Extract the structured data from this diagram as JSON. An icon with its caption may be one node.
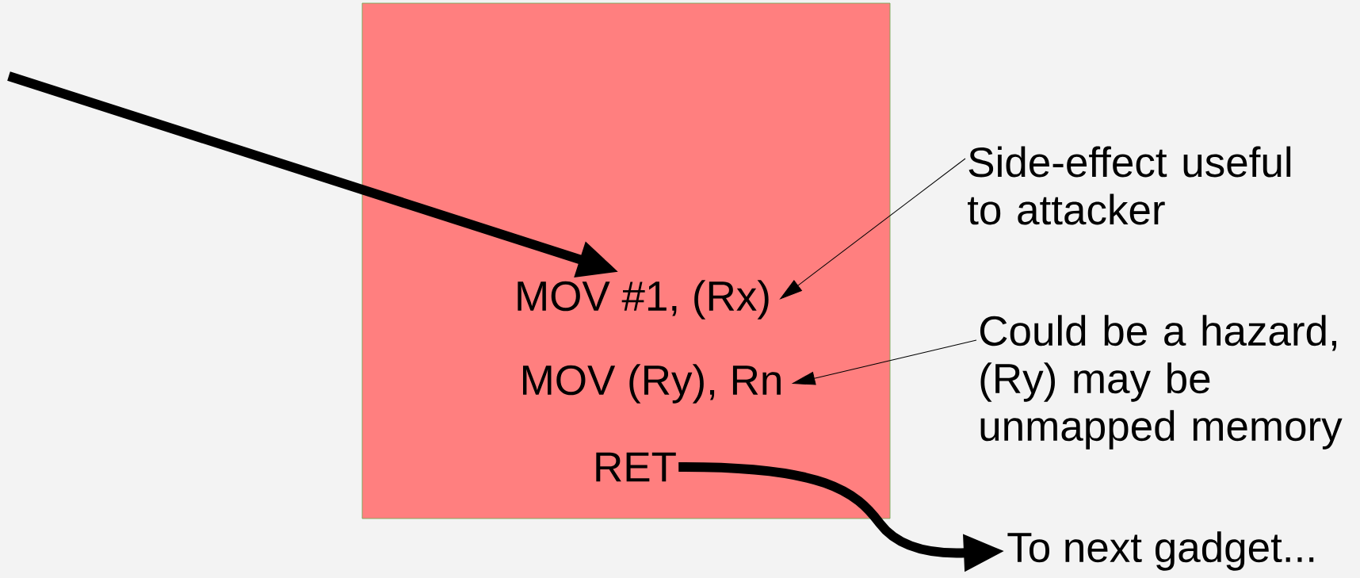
{
  "diagram": {
    "nodes": [
      {
        "text": [],
        "shape": "box"
      },
      {
        "text": [
          "MOV #1, (Rx)"
        ],
        "in": 0
      },
      {
        "text": [
          "MOV (Ry), Rn"
        ],
        "in": 0
      },
      {
        "text": [
          "RET"
        ],
        "in": 0
      },
      {
        "text": [
          "Side-effect useful to attacker"
        ]
      },
      {
        "text": [
          "Could be a hazard, (Ry) may be unmapped memory"
        ]
      },
      {
        "text": [
          "To next gadget..."
        ]
      }
    ],
    "edges": [
      {
        "from": null,
        "to": 1,
        "arrow": "to",
        "style": "thick"
      },
      {
        "from": 4,
        "to": 1,
        "arrow": "to"
      },
      {
        "from": 5,
        "to": 2,
        "arrow": "to"
      },
      {
        "from": 3,
        "to": 6,
        "arrow": "to",
        "style": "thick"
      }
    ]
  }
}
